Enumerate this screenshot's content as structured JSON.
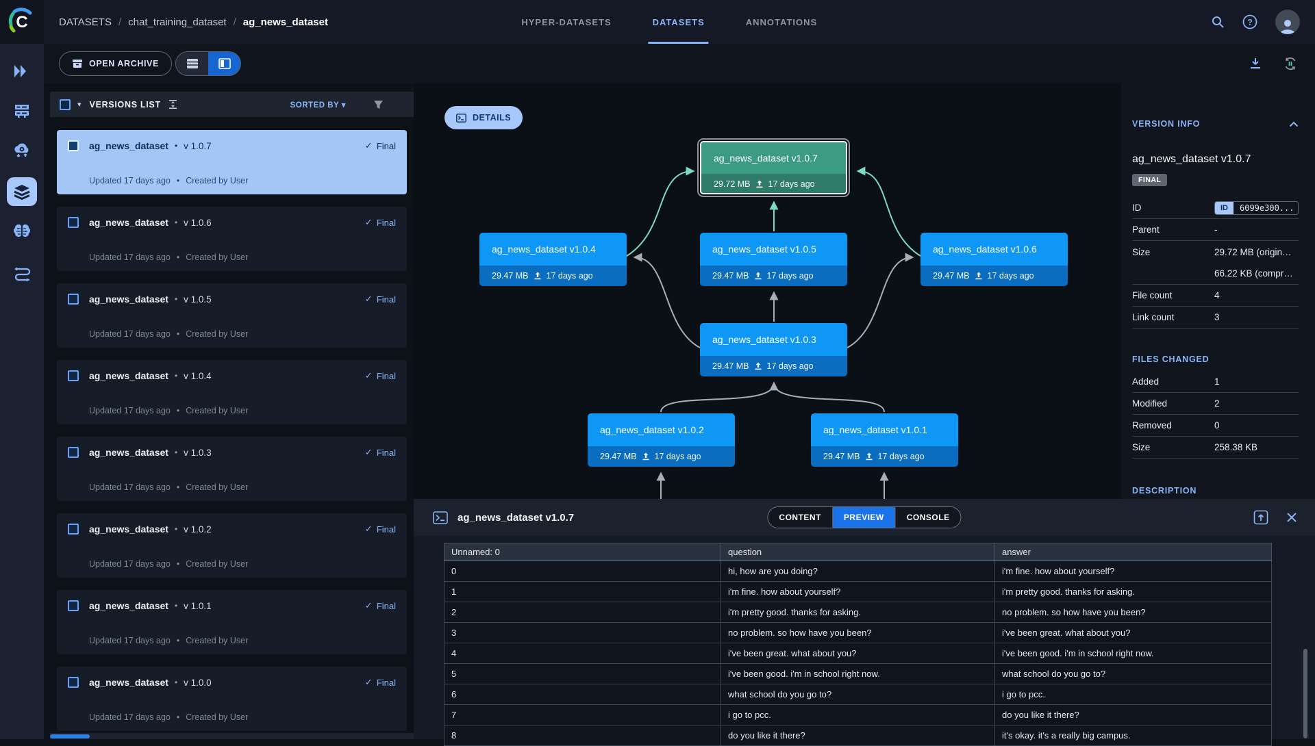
{
  "colors": {
    "accent_blue": "#1a73e8",
    "light_blue": "#8ab4f8",
    "selected_row": "#a4c6f7",
    "node_blue": "#0f97f5",
    "node_blue_footer": "#0b6dc0",
    "node_green": "#3b9b83",
    "node_green_footer": "#2e7c68",
    "edge_green": "#7bdcbc",
    "edge_gray": "#a9aeb6"
  },
  "topbar": {
    "breadcrumb": [
      "DATASETS",
      "chat_training_dataset",
      "ag_news_dataset"
    ],
    "tabs": [
      {
        "label": "HYPER-DATASETS",
        "active": false
      },
      {
        "label": "DATASETS",
        "active": true
      },
      {
        "label": "ANNOTATIONS",
        "active": false
      }
    ]
  },
  "toolbar": {
    "open_archive_label": "OPEN ARCHIVE"
  },
  "versions": {
    "title": "VERSIONS LIST",
    "sorted_by_label": "SORTED BY",
    "items": [
      {
        "name": "ag_news_dataset",
        "version": "v 1.0.7",
        "status": "Final",
        "updated": "Updated 17 days ago",
        "creator": "Created by User"
      },
      {
        "name": "ag_news_dataset",
        "version": "v 1.0.6",
        "status": "Final",
        "updated": "Updated 17 days ago",
        "creator": "Created by User"
      },
      {
        "name": "ag_news_dataset",
        "version": "v 1.0.5",
        "status": "Final",
        "updated": "Updated 17 days ago",
        "creator": "Created by User"
      },
      {
        "name": "ag_news_dataset",
        "version": "v 1.0.4",
        "status": "Final",
        "updated": "Updated 17 days ago",
        "creator": "Created by User"
      },
      {
        "name": "ag_news_dataset",
        "version": "v 1.0.3",
        "status": "Final",
        "updated": "Updated 17 days ago",
        "creator": "Created by User"
      },
      {
        "name": "ag_news_dataset",
        "version": "v 1.0.2",
        "status": "Final",
        "updated": "Updated 17 days ago",
        "creator": "Created by User"
      },
      {
        "name": "ag_news_dataset",
        "version": "v 1.0.1",
        "status": "Final",
        "updated": "Updated 17 days ago",
        "creator": "Created by User"
      },
      {
        "name": "ag_news_dataset",
        "version": "v 1.0.0",
        "status": "Final",
        "updated": "Updated 17 days ago",
        "creator": "Created by User"
      }
    ]
  },
  "graph": {
    "details_label": "DETAILS",
    "nodes": [
      {
        "title": "ag_news_dataset v1.0.7",
        "size": "29.72 MB",
        "age": "17 days ago"
      },
      {
        "title": "ag_news_dataset v1.0.4",
        "size": "29.47 MB",
        "age": "17 days ago"
      },
      {
        "title": "ag_news_dataset v1.0.5",
        "size": "29.47 MB",
        "age": "17 days ago"
      },
      {
        "title": "ag_news_dataset v1.0.6",
        "size": "29.47 MB",
        "age": "17 days ago"
      },
      {
        "title": "ag_news_dataset v1.0.3",
        "size": "29.47 MB",
        "age": "17 days ago"
      },
      {
        "title": "ag_news_dataset v1.0.2",
        "size": "29.47 MB",
        "age": "17 days ago"
      },
      {
        "title": "ag_news_dataset v1.0.1",
        "size": "29.47 MB",
        "age": "17 days ago"
      }
    ]
  },
  "info": {
    "heading": "VERSION INFO",
    "title": "ag_news_dataset v1.0.7",
    "badge": "FINAL",
    "id_label": "ID",
    "id_chip": "ID",
    "id_value": "6099e300...",
    "parent_label": "Parent",
    "parent_value": "-",
    "size_label": "Size",
    "size_value_original": "29.72 MB (origin…",
    "size_value_compressed": "66.22 KB (compr…",
    "file_count_label": "File count",
    "file_count_value": "4",
    "link_count_label": "Link count",
    "link_count_value": "3",
    "files_changed_heading": "FILES CHANGED",
    "added_label": "Added",
    "added_value": "1",
    "modified_label": "Modified",
    "modified_value": "2",
    "removed_label": "Removed",
    "removed_value": "0",
    "fc_size_label": "Size",
    "fc_size_value": "258.38 KB",
    "description_heading": "DESCRIPTION"
  },
  "preview": {
    "title": "ag_news_dataset v1.0.7",
    "tabs": [
      "CONTENT",
      "PREVIEW",
      "CONSOLE"
    ],
    "active_tab": "PREVIEW",
    "table": {
      "columns": [
        "Unnamed: 0",
        "question",
        "answer"
      ],
      "rows": [
        [
          "0",
          "hi, how are you doing?",
          "i'm fine. how about yourself?"
        ],
        [
          "1",
          "i'm fine. how about yourself?",
          "i'm pretty good. thanks for asking."
        ],
        [
          "2",
          "i'm pretty good. thanks for asking.",
          "no problem. so how have you been?"
        ],
        [
          "3",
          "no problem. so how have you been?",
          "i've been great. what about you?"
        ],
        [
          "4",
          "i've been great. what about you?",
          "i've been good. i'm in school right now."
        ],
        [
          "5",
          "i've been good. i'm in school right now.",
          "what school do you go to?"
        ],
        [
          "6",
          "what school do you go to?",
          "i go to pcc."
        ],
        [
          "7",
          "i go to pcc.",
          "do you like it there?"
        ],
        [
          "8",
          "do you like it there?",
          "it's okay. it's a really big campus."
        ]
      ]
    }
  }
}
